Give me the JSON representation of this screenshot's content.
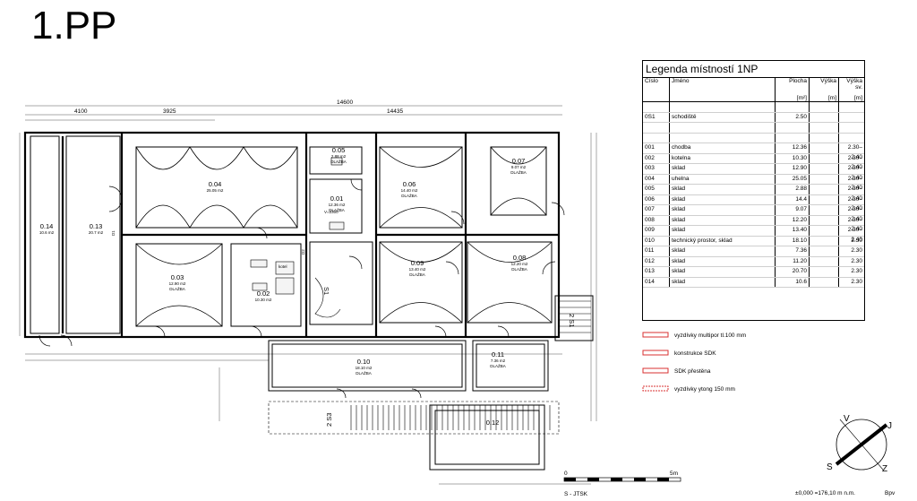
{
  "title": "1.PP",
  "rooms": [
    {
      "num": "0.14",
      "area": "10.6 m2",
      "floor": ""
    },
    {
      "num": "0.13",
      "area": "20.7 m2",
      "floor": ""
    },
    {
      "num": "0.04",
      "area": "25.05 m2",
      "floor": ""
    },
    {
      "num": "0.03",
      "area": "12.90 m2",
      "floor": "DLAŽBA"
    },
    {
      "num": "0.02",
      "area": "10.30 m2",
      "floor": ""
    },
    {
      "num": "0.05",
      "area": "2.88 m2",
      "floor": "DLAŽBA"
    },
    {
      "num": "0.01",
      "area": "12.36 m2",
      "floor": "DLAŽBA"
    },
    {
      "num": "0.06",
      "area": "14.40 m2",
      "floor": "DLAŽBA"
    },
    {
      "num": "0.07",
      "area": "9.07 m2",
      "floor": "DLAŽBA"
    },
    {
      "num": "0.09",
      "area": "13.40 m2",
      "floor": "DLAŽBA"
    },
    {
      "num": "0.08",
      "area": "12.20 m2",
      "floor": "DLAŽBA"
    },
    {
      "num": "0.10",
      "area": "18.10 m2",
      "floor": "DLAŽBA"
    },
    {
      "num": "0.11",
      "area": "7.36 m2",
      "floor": "DLAŽBA"
    },
    {
      "num": "0.12",
      "area": "",
      "floor": ""
    }
  ],
  "plan_labels": {
    "room_001_height": "V=2300",
    "room_002_kotel": "kotel",
    "stair_s1": "S1",
    "stair_s3": "2 S3",
    "stair_s1b": "2 S1",
    "door_d1": "D1",
    "door_d2": "D2",
    "dim_top_left": "4100",
    "dim_top_mid": "3925",
    "dim_top_1": "14600",
    "dim_top_2": "14435"
  },
  "legend": {
    "title": "Legenda místností 1NP",
    "headers": {
      "num": "Číslo",
      "name": "Jméno",
      "area": "Plocha",
      "area_unit": "[m²]",
      "height": "Výška",
      "height_unit": "[m]",
      "clear_height": "Výška sv.",
      "clear_height_unit": "[m]"
    },
    "rows": [
      {
        "num": "",
        "name": "",
        "area": "",
        "height": "",
        "clear": ""
      },
      {
        "num": "0S1",
        "name": "schodiště",
        "area": "2.50",
        "height": "",
        "clear": ""
      },
      {
        "num": "",
        "name": "",
        "area": "",
        "height": "",
        "clear": ""
      },
      {
        "num": "",
        "name": "",
        "area": "",
        "height": "",
        "clear": ""
      },
      {
        "num": "001",
        "name": "chodba",
        "area": "12.36",
        "height": "",
        "clear": "2.30–2.40"
      },
      {
        "num": "002",
        "name": "kotelna",
        "area": "10.30",
        "height": "",
        "clear": "2.30–2.40"
      },
      {
        "num": "003",
        "name": "sklad",
        "area": "12.90",
        "height": "",
        "clear": "2.30–2.40"
      },
      {
        "num": "004",
        "name": "uhelna",
        "area": "25.05",
        "height": "",
        "clear": "2.30–2.40"
      },
      {
        "num": "005",
        "name": "sklad",
        "area": "2.88",
        "height": "",
        "clear": "2.30–2.40"
      },
      {
        "num": "006",
        "name": "sklad",
        "area": "14.4",
        "height": "",
        "clear": "2.30–2.40"
      },
      {
        "num": "007",
        "name": "sklad",
        "area": "9.07",
        "height": "",
        "clear": "2.30–2.40"
      },
      {
        "num": "008",
        "name": "sklad",
        "area": "12.20",
        "height": "",
        "clear": "2.30–2.40"
      },
      {
        "num": "009",
        "name": "sklad",
        "area": "13.40",
        "height": "",
        "clear": "2.30–2.40"
      },
      {
        "num": "010",
        "name": "technický prostor, sklad",
        "area": "18.10",
        "height": "",
        "clear": "2.30"
      },
      {
        "num": "011",
        "name": "sklad",
        "area": "7.36",
        "height": "",
        "clear": "2.30"
      },
      {
        "num": "012",
        "name": "sklad",
        "area": "11.20",
        "height": "",
        "clear": "2.30"
      },
      {
        "num": "013",
        "name": "sklad",
        "area": "20.70",
        "height": "",
        "clear": "2.30"
      },
      {
        "num": "014",
        "name": "sklad",
        "area": "10.6",
        "height": "",
        "clear": "2.30"
      }
    ]
  },
  "line_legend": [
    {
      "label": "vyzdívky multipor tl.100 mm",
      "color": "#d93030"
    },
    {
      "label": "konstrukce SDK",
      "color": "#d93030"
    },
    {
      "label": "SDK přestěna",
      "color": "#d93030"
    },
    {
      "label": "vyzdívky ytong 150 mm",
      "color": "#d93030"
    }
  ],
  "compass": {
    "n": "V",
    "e": "J",
    "s": "S",
    "w": "Z"
  },
  "scale": {
    "zero": "0",
    "end": "5m"
  },
  "footer": {
    "crs": "S - JTSK",
    "level": "±0,000 =176,10 m n.m.",
    "system": "Bpv"
  }
}
